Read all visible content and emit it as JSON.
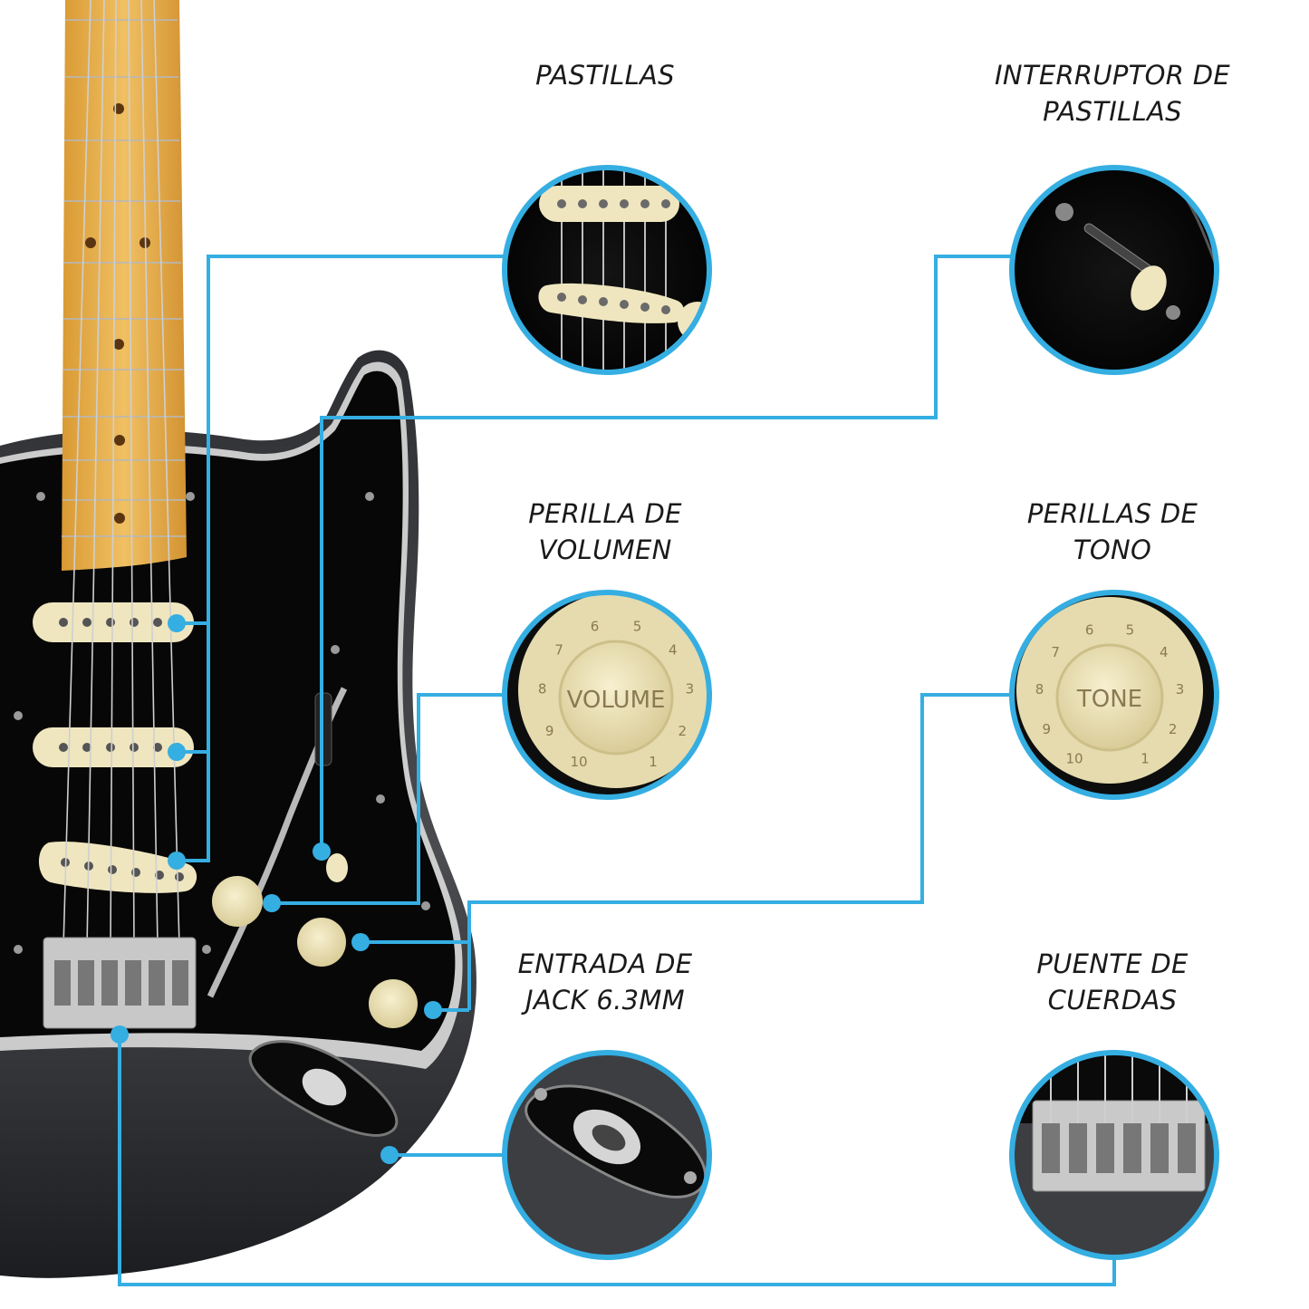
{
  "labels": {
    "pastillas": [
      "PASTILLAS"
    ],
    "interruptor": [
      "INTERRUPTOR DE",
      "PASTILLAS"
    ],
    "volumen": [
      "PERILLA DE",
      "VOLUMEN"
    ],
    "tono": [
      "PERILLAS DE",
      "TONO"
    ],
    "jack": [
      "ENTRADA DE",
      "JACK 6.3MM"
    ],
    "puente": [
      "PUENTE DE",
      "CUERDAS"
    ]
  },
  "knobs": {
    "volume_text": "VOLUME",
    "tone_text": "TONE",
    "scale": [
      "1",
      "2",
      "3",
      "4",
      "5",
      "6",
      "7",
      "8",
      "9",
      "10"
    ]
  },
  "colors": {
    "accent": "#35aee2",
    "body": "#3a3c40",
    "pickguard": "#0a0a0a",
    "neck": "#e7b04d",
    "cream": "#efe6bf"
  }
}
